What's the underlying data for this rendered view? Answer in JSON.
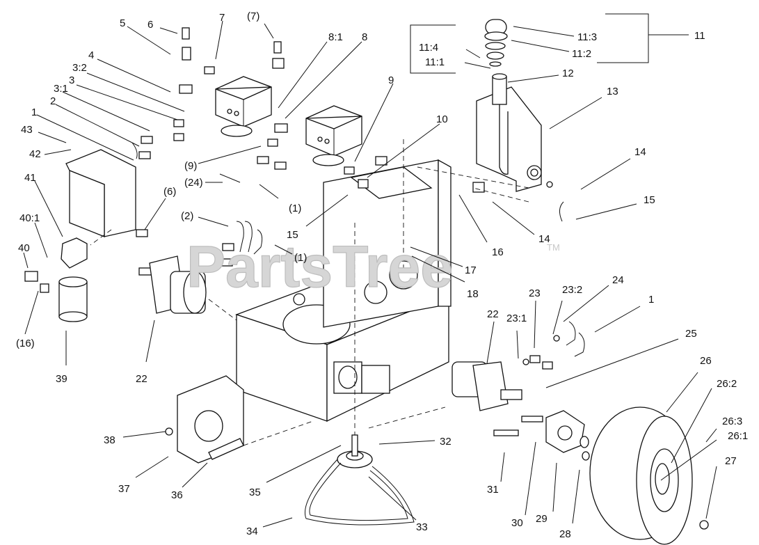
{
  "watermark": {
    "text": "PartsTree",
    "mark": "TM"
  },
  "callouts": [
    {
      "text": "5"
    },
    {
      "text": "6"
    },
    {
      "text": "7"
    },
    {
      "text": "(7)"
    },
    {
      "text": "8:1"
    },
    {
      "text": "8"
    },
    {
      "text": "4"
    },
    {
      "text": "3:2"
    },
    {
      "text": "3"
    },
    {
      "text": "3:1"
    },
    {
      "text": "2"
    },
    {
      "text": "1"
    },
    {
      "text": "43"
    },
    {
      "text": "42"
    },
    {
      "text": "41"
    },
    {
      "text": "40:1"
    },
    {
      "text": "40"
    },
    {
      "text": "(16)"
    },
    {
      "text": "39"
    },
    {
      "text": "22"
    },
    {
      "text": "(6)"
    },
    {
      "text": "(2)"
    },
    {
      "text": "(1)"
    },
    {
      "text": "(1)"
    },
    {
      "text": "(9)"
    },
    {
      "text": "(24)"
    },
    {
      "text": "9"
    },
    {
      "text": "10"
    },
    {
      "text": "15"
    },
    {
      "text": "16"
    },
    {
      "text": "17"
    },
    {
      "text": "18"
    },
    {
      "text": "11:3"
    },
    {
      "text": "11:4"
    },
    {
      "text": "11:2"
    },
    {
      "text": "11:1"
    },
    {
      "text": "11"
    },
    {
      "text": "12"
    },
    {
      "text": "13"
    },
    {
      "text": "14"
    },
    {
      "text": "15"
    },
    {
      "text": "14"
    },
    {
      "text": "23"
    },
    {
      "text": "23:2"
    },
    {
      "text": "24"
    },
    {
      "text": "1"
    },
    {
      "text": "22"
    },
    {
      "text": "23:1"
    },
    {
      "text": "25"
    },
    {
      "text": "26"
    },
    {
      "text": "26:2"
    },
    {
      "text": "26:3"
    },
    {
      "text": "26:1"
    },
    {
      "text": "27"
    },
    {
      "text": "38"
    },
    {
      "text": "37"
    },
    {
      "text": "36"
    },
    {
      "text": "35"
    },
    {
      "text": "32"
    },
    {
      "text": "34"
    },
    {
      "text": "33"
    },
    {
      "text": "31"
    },
    {
      "text": "30"
    },
    {
      "text": "29"
    },
    {
      "text": "28"
    }
  ]
}
